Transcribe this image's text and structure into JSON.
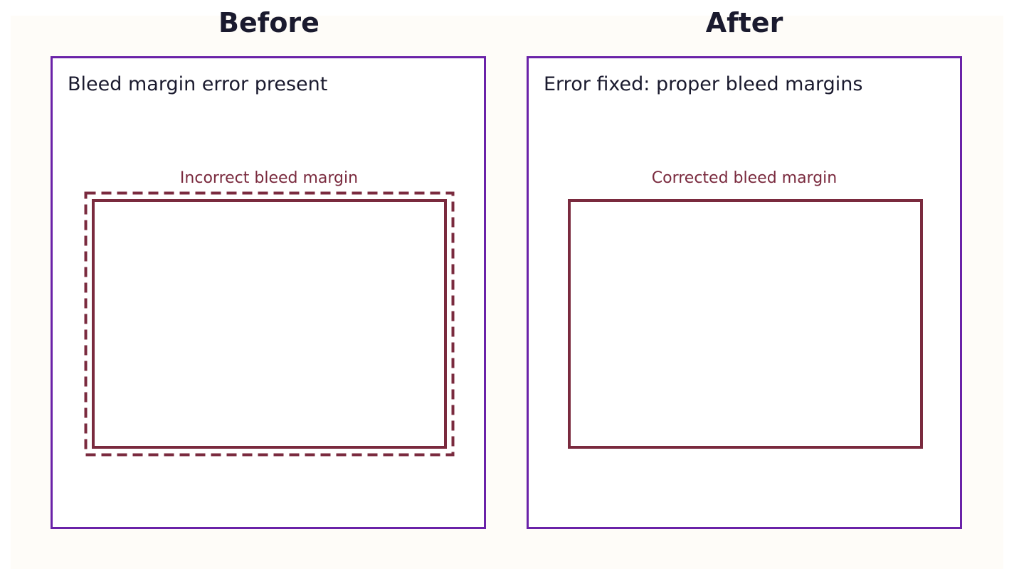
{
  "headings": {
    "before": "Before",
    "after": "After"
  },
  "before_panel": {
    "title": "Bleed margin error present",
    "box_label": "Incorrect bleed margin",
    "bleed_style": "dashed, offset outside trim"
  },
  "after_panel": {
    "title": "Error fixed: proper bleed margins",
    "box_label": "Corrected bleed margin"
  },
  "colors": {
    "panel_border": "#6a22a8",
    "box_stroke": "#7a2a3e",
    "heading_text": "#1a1a2e",
    "background": "#fefcf8"
  }
}
